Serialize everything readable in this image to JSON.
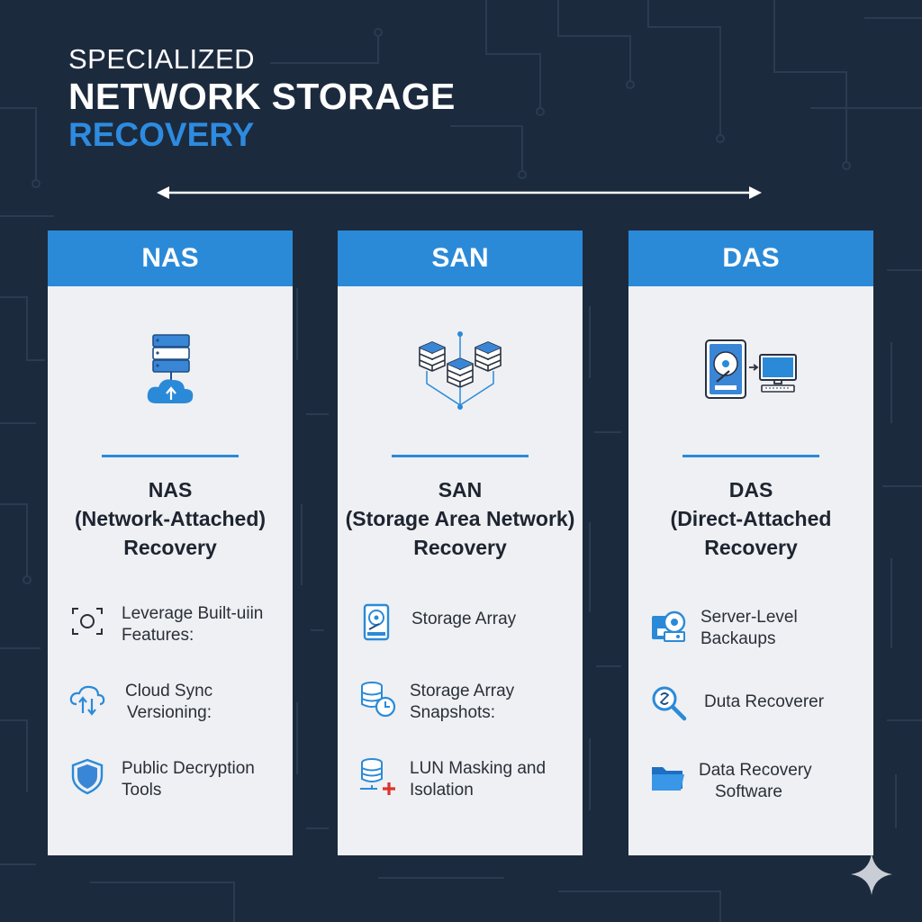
{
  "title": {
    "line1": "SPECIALIZED",
    "line2": "NETWORK STORAGE",
    "line3": "RECOVERY"
  },
  "columns": [
    {
      "header": "NAS",
      "title_line1": "NAS",
      "title_line2": "(Network-Attached)",
      "title_line3": "Recovery",
      "hero_icon": "server-cloud-icon",
      "features": [
        {
          "icon": "scan-icon",
          "line1": "Leverage Built-uiin",
          "line2": "Features:"
        },
        {
          "icon": "cloud-sync-icon",
          "line1": "Cloud Sync",
          "line2": "Versioning:"
        },
        {
          "icon": "shield-icon",
          "line1": "Public Decryption",
          "line2": "Tools"
        }
      ]
    },
    {
      "header": "SAN",
      "title_line1": "SAN",
      "title_line2": "(Storage Area Network)",
      "title_line3": "Recovery",
      "hero_icon": "storage-network-icon",
      "features": [
        {
          "icon": "hard-drive-icon",
          "line1": "Storage Array",
          "line2": ""
        },
        {
          "icon": "database-clock-icon",
          "line1": "Storage Array",
          "line2": "Snapshots:"
        },
        {
          "icon": "database-plus-icon",
          "line1": "LUN Masking and",
          "line2": "Isolation"
        }
      ]
    },
    {
      "header": "DAS",
      "title_line1": "DAS",
      "title_line2": "(Direct-Attached",
      "title_line3": "Recovery",
      "hero_icon": "drive-computer-icon",
      "features": [
        {
          "icon": "server-backup-icon",
          "line1": "Server-Level",
          "line2": "Backaups"
        },
        {
          "icon": "magnifier-icon",
          "line1": "Duta Recoverer",
          "line2": ""
        },
        {
          "icon": "folder-icon",
          "line1": "Data Recovery",
          "line2": "Software"
        }
      ]
    }
  ],
  "colors": {
    "background": "#1c2a3d",
    "accent": "#2b8ad8",
    "card": "#eef0f3",
    "text": "#1e2430"
  }
}
